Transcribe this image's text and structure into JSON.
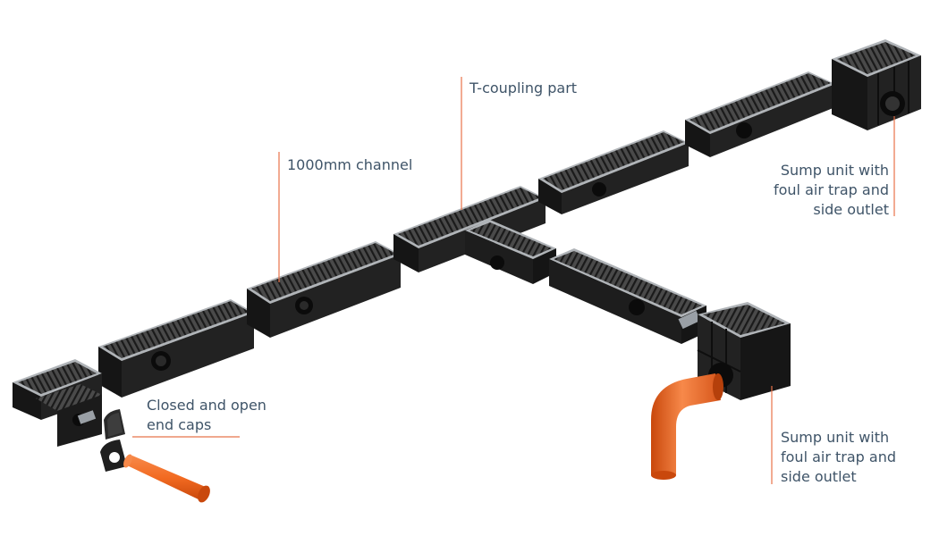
{
  "labels": {
    "t_coupling": "T-coupling part",
    "channel": "1000mm channel",
    "sump_top": "Sump unit with\nfoul air trap and\nside outlet",
    "sump_bottom": "Sump unit with\nfoul air trap and\nside outlet",
    "end_caps": "Closed and open\nend caps"
  },
  "colors": {
    "leader_line": "#e8734a",
    "label_text": "#3f5468",
    "channel_body": "#1c1c1c",
    "grating": "#4a4a4a",
    "grating_slot": "#1a1a1a",
    "edge_steel": "#b0b4b8",
    "pipe": "#f26a21",
    "pipe_shade": "#c9480c"
  }
}
